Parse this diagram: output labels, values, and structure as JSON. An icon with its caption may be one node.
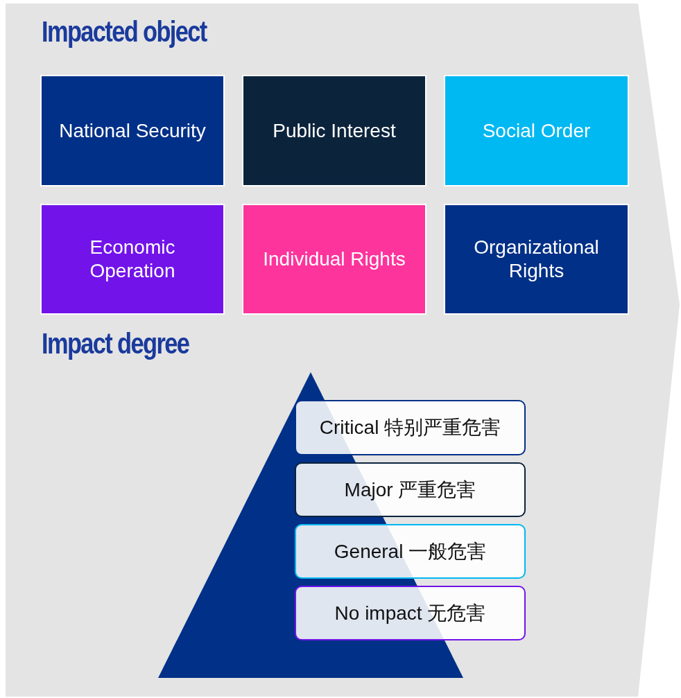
{
  "diagram": {
    "nodes": [
      {
        "text": [
          "National Security"
        ]
      },
      {
        "text": [
          "Public Interest"
        ]
      },
      {
        "text": [
          "Social Order"
        ]
      },
      {
        "text": [
          "Economic Operation"
        ]
      },
      {
        "text": [
          "Individual Rights"
        ]
      },
      {
        "text": [
          "Organizational Rights"
        ]
      },
      {
        "text": [],
        "shape": "triangle"
      },
      {
        "text": [
          "Critical 特别严重危害"
        ]
      },
      {
        "text": [
          "Major 严重危害"
        ]
      },
      {
        "text": [
          "General 一般危害"
        ]
      },
      {
        "text": [
          "No impact 无危害"
        ]
      }
    ],
    "edges": [],
    "labels": [
      "Impacted object",
      "Impact degree"
    ]
  }
}
